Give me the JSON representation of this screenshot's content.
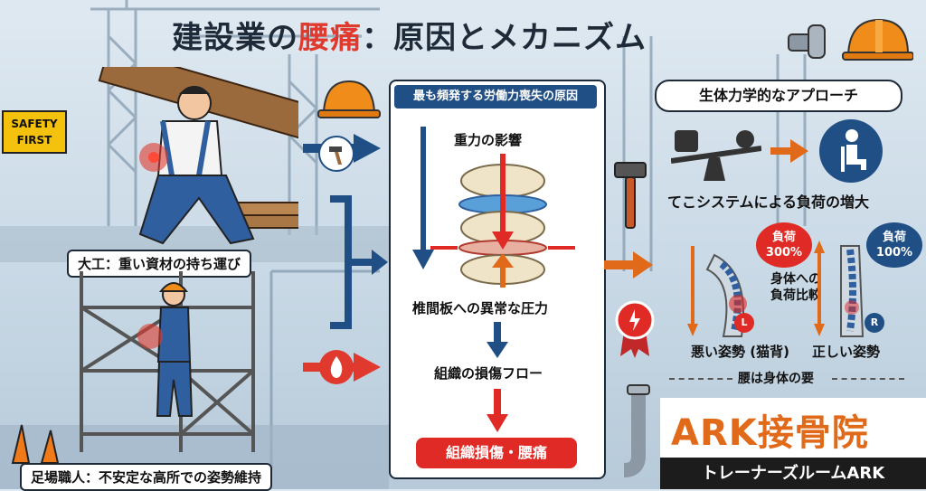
{
  "title": {
    "main_prefix": "建設業の",
    "main_accent": "腰痛",
    "main_suffix": "：原因とメカニズム"
  },
  "sign": {
    "line1": "SAFETY",
    "line2": "FIRST"
  },
  "left": {
    "carpenter_label": "大工：重い資材の持ち運び",
    "scaffold_label": "足場職人：不安定な高所での姿勢維持"
  },
  "center": {
    "header": "最も頻発する労働力喪失の原因",
    "gravity": "重力の影響",
    "pressure": "椎間板への異常な圧力",
    "flow": "組織の損傷フロー",
    "result": "組織損傷・腰痛"
  },
  "right": {
    "header": "生体力学的なアプローチ",
    "lever": "てこシステムによる負荷の増大",
    "bad_load": "負荷",
    "bad_pct": "300%",
    "good_load": "負荷",
    "good_pct": "100%",
    "compare_line1": "身体への",
    "compare_line2": "負荷比較",
    "bad_posture": "悪い姿勢 (猫背)",
    "good_posture": "正しい姿勢",
    "badge_l": "L",
    "badge_r": "R",
    "core": "腰は身体の要"
  },
  "brand": {
    "name": "ARK接骨院",
    "sub": "トレーナーズルームARK"
  },
  "colors": {
    "accent_red": "#e03a2f",
    "navy": "#1f4f85",
    "orange": "#e06a1a",
    "helmet": "#f08c1a"
  },
  "icons": [
    "hammer-icon",
    "fire-icon",
    "helmet-icon",
    "pipe-icon",
    "alert-badge-icon",
    "seesaw-icon",
    "sitting-person-icon"
  ]
}
